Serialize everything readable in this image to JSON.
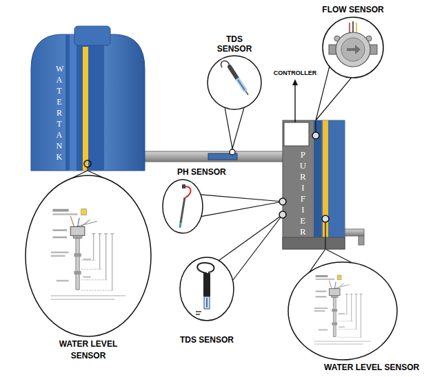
{
  "diagram": {
    "nodes": [
      {
        "text": [
          "WATERTANK"
        ]
      },
      {
        "text": [
          "TDS SENSOR"
        ]
      },
      {
        "text": [
          "FLOW SENSOR"
        ]
      },
      {
        "text": [
          "PURIFIER"
        ]
      },
      {
        "text": [
          "PH SENSOR"
        ]
      },
      {
        "text": [
          "WATER LEVEL SENSOR"
        ]
      },
      {
        "text": [
          "TDS SENSOR"
        ]
      },
      {
        "text": [
          "WATER LEVEL SENSOR"
        ]
      }
    ],
    "edges": [
      {
        "from": 0,
        "to": 5,
        "arrow": "none"
      },
      {
        "from": 2,
        "to": 3,
        "arrow": "none"
      },
      {
        "from": 4,
        "to": 3,
        "arrow": "none"
      },
      {
        "from": 6,
        "to": 3,
        "arrow": "none"
      },
      {
        "from": 7,
        "to": 3,
        "arrow": "none"
      }
    ],
    "labels": [
      "CONTROLLER"
    ]
  }
}
